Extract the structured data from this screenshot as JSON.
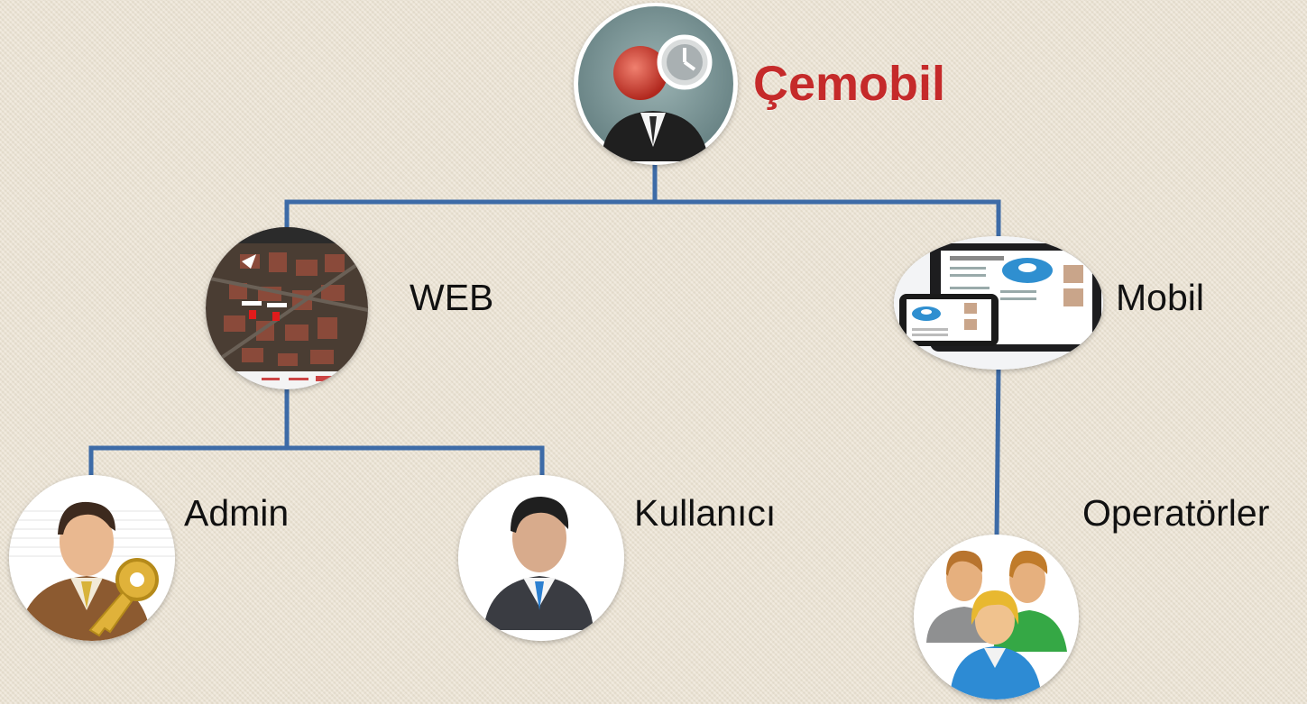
{
  "brand": {
    "title": "Çemobil"
  },
  "nodes": {
    "web": {
      "label": "WEB"
    },
    "mobile": {
      "label": "Mobil"
    },
    "admin": {
      "label": "Admin"
    },
    "user": {
      "label": "Kullanıcı"
    },
    "operators": {
      "label": "Operatörler"
    }
  },
  "colors": {
    "connector": "#3d6ba7",
    "brand": "#c52a2a"
  }
}
